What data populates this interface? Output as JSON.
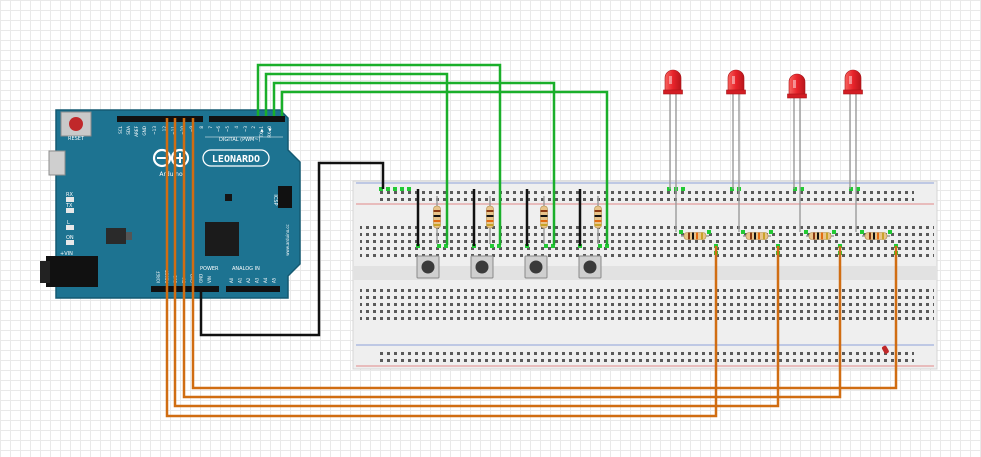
{
  "board": {
    "reset_label": "RESET",
    "pin_labels_top": [
      "SCL",
      "SDA",
      "AREF",
      "GND",
      "~13",
      "12",
      "~11",
      "~10",
      "~9",
      "8",
      "7",
      "~6",
      "~5",
      "4",
      "~3",
      "2",
      "TX▶1",
      "RX◀0"
    ],
    "digital_label": "DIGITAL (PWM~)",
    "brand": "LEONARDO",
    "sub_brand": "Arduino",
    "led_labels": [
      "RX",
      "TX",
      "L",
      "ON"
    ],
    "vin_label": "+VIN",
    "icsp_label": "ICSP",
    "power_label": "POWER",
    "analog_label": "ANALOG IN",
    "power_pins": [
      "IOREF",
      "RESET",
      "3V3",
      "5V",
      "GND",
      "GND",
      "VIN"
    ],
    "analog_pins": [
      "A0",
      "A1",
      "A2",
      "A3",
      "A4",
      "A5"
    ],
    "url_text": "www.arduino.cc"
  },
  "components": {
    "buttons": 4,
    "resistors": 8,
    "leds": 4
  },
  "colors": {
    "board": "#1d7391",
    "wire_green": "#1aaf2a",
    "wire_orange": "#d06d12",
    "wire_black": "#111111",
    "led": "#e8232a",
    "breadboard": "#efefef",
    "rail_red": "#d9534f",
    "rail_blue": "#3a6fd8"
  }
}
